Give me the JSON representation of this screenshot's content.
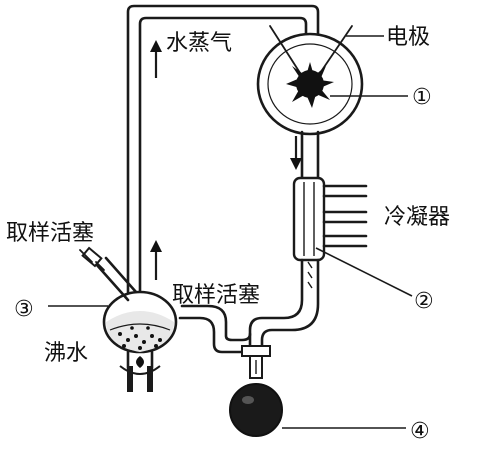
{
  "labels": {
    "steam": "水蒸气",
    "electrode": "电极",
    "condenser": "冷凝器",
    "sampling_valve_left": "取样活塞",
    "sampling_valve_middle": "取样活塞",
    "boiling_water": "沸水"
  },
  "markers": {
    "m1": "①",
    "m2": "②",
    "m3": "③",
    "m4": "④"
  }
}
